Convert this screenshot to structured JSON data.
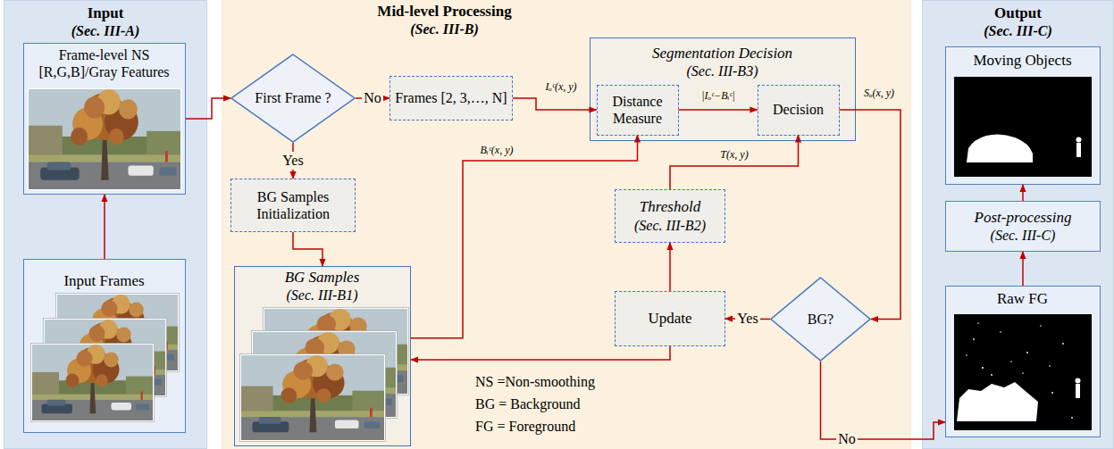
{
  "diagram": {
    "nodes": [
      {
        "text": [
          "Input",
          "(Sec. III-A)"
        ]
      },
      {
        "text": [
          "Frame-level NS [R,G,B]/Gray Features"
        ],
        "in": 0
      },
      {
        "text": [
          "Input Frames"
        ],
        "in": 0
      },
      {
        "text": [
          "Mid-level Processing",
          "(Sec. III-B)"
        ]
      },
      {
        "text": [
          "First Frame ?"
        ],
        "in": 3
      },
      {
        "text": [
          "Frames [2, 3,…, N]"
        ],
        "in": 3
      },
      {
        "text": [
          "Segmentation Decision",
          "(Sec. III-B3)"
        ],
        "in": 3
      },
      {
        "text": [
          "Distance Measure"
        ],
        "in": 6
      },
      {
        "text": [
          "Decision"
        ],
        "in": 6
      },
      {
        "text": [
          "BG Samples Initialization"
        ],
        "in": 3
      },
      {
        "text": [
          "BG Samples",
          "(Sec. III-B1)"
        ],
        "in": 3
      },
      {
        "text": [
          "Threshold",
          "(Sec. III-B2)"
        ],
        "in": 3
      },
      {
        "text": [
          "Update"
        ],
        "in": 3
      },
      {
        "text": [
          "BG?"
        ],
        "in": 3
      },
      {
        "text": [
          "Output",
          "(Sec. III-C)"
        ]
      },
      {
        "text": [
          "Moving Objects"
        ],
        "in": 14
      },
      {
        "text": [
          "Post-processing",
          "(Sec. III-C)"
        ],
        "in": 14
      },
      {
        "text": [
          "Raw FG"
        ],
        "in": 14
      }
    ],
    "edges": [
      {
        "from": 2,
        "to": 1,
        "arrow": "to"
      },
      {
        "from": 1,
        "to": 4,
        "arrow": "to"
      },
      {
        "from": 4,
        "to": 5,
        "label": "No",
        "arrow": "to"
      },
      {
        "from": 4,
        "to": 9,
        "label": "Yes",
        "arrow": "to"
      },
      {
        "from": 9,
        "to": 10,
        "arrow": "to"
      },
      {
        "from": 5,
        "to": 7,
        "label": "Iₒᶜ(x, y)",
        "arrow": "to"
      },
      {
        "from": 10,
        "to": 7,
        "label": "Bᵢᶜ(x, y)",
        "arrow": "to"
      },
      {
        "from": 7,
        "to": 8,
        "label": "|Iₒᶜ−Bᵢᶜ|",
        "arrow": "to"
      },
      {
        "from": 11,
        "to": 8,
        "label": "T(x, y)",
        "arrow": "to"
      },
      {
        "from": 8,
        "to": 13,
        "label": "Sₒ(x, y)",
        "arrow": "to"
      },
      {
        "from": 13,
        "to": 12,
        "label": "Yes",
        "arrow": "to"
      },
      {
        "from": 12,
        "to": 11,
        "arrow": "to"
      },
      {
        "from": 12,
        "to": 10,
        "arrow": "to"
      },
      {
        "from": 13,
        "to": 17,
        "label": "No",
        "arrow": "to"
      },
      {
        "from": 17,
        "to": 16,
        "arrow": "to"
      },
      {
        "from": 16,
        "to": 15,
        "arrow": "to"
      }
    ],
    "labels": [
      "NS =Non-smoothing",
      "BG = Background",
      "FG = Foreground"
    ]
  }
}
